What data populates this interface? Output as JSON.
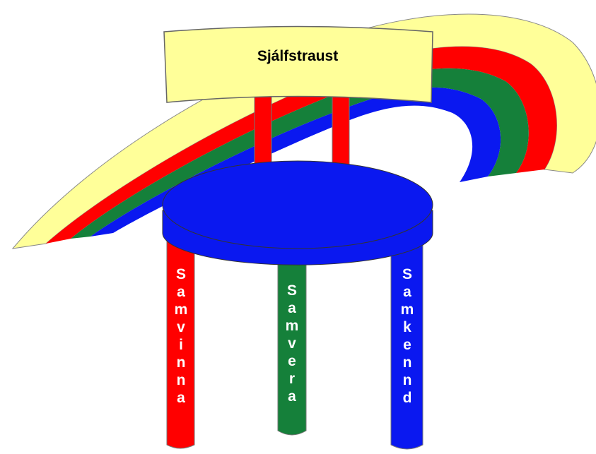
{
  "backrest": {
    "label": "Sjálfstraust"
  },
  "legs": [
    {
      "label": "Samvinna",
      "color": "#ff0000"
    },
    {
      "label": "Samvera",
      "color": "#15803a"
    },
    {
      "label": "Samkennd",
      "color": "#0a18f0"
    }
  ],
  "seat": {
    "color": "#0a18f0"
  },
  "rainbow": {
    "bands": [
      "#ffff99",
      "#ff0000",
      "#15803a",
      "#0a18f0"
    ]
  },
  "colors": {
    "post": "#ff0000",
    "backrest_fill": "#ffff99",
    "outline": "#555555"
  }
}
